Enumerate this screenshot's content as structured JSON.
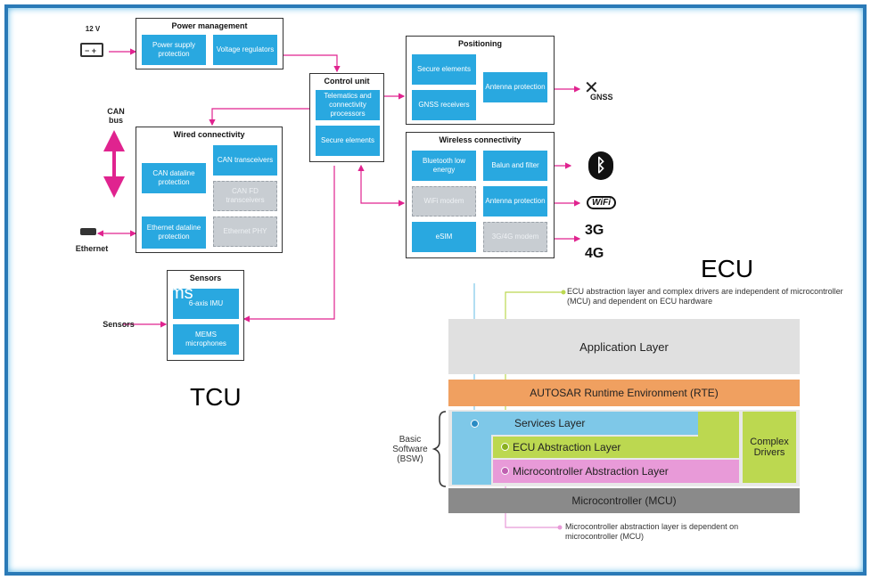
{
  "tcu": {
    "power": {
      "title": "Power management",
      "supply": "Power supply protection",
      "regulators": "Voltage regulators"
    },
    "control": {
      "title": "Control unit",
      "processors": "Telematics and connectivity processors",
      "secure": "Secure elements"
    },
    "positioning": {
      "title": "Positioning",
      "secure": "Secure elements",
      "gnss": "GNSS receivers",
      "antenna": "Antenna protection"
    },
    "wired": {
      "title": "Wired connectivity",
      "can_prot": "CAN dataline protection",
      "can_trans": "CAN transceivers",
      "canfd": "CAN FD transceivers",
      "eth_prot": "Ethernet dataline protection",
      "eth_phy": "Ethernet PHY"
    },
    "wireless": {
      "title": "Wireless connectivity",
      "ble": "Bluetooth low energy",
      "balun": "Balun and filter",
      "wifi_modem": "WiFi modem",
      "antenna": "Antenna protection",
      "esim": "eSIM",
      "modem": "3G/4G modem"
    },
    "sensors": {
      "title": "Sensors",
      "imu": "6-axis IMU",
      "mems": "MEMS microphones"
    },
    "external": {
      "v12": "12 V",
      "can_bus": "CAN bus",
      "ethernet": "Ethernet",
      "sensors": "Sensors",
      "gnss": "GNSS",
      "wifi": "WiFi",
      "g3": "3G",
      "g4": "4G"
    },
    "overlay_fragment": "ms",
    "label": "TCU"
  },
  "ecu": {
    "label": "ECU",
    "note_top": "ECU abstraction layer and complex drivers are independent of microcontroller (MCU) and dependent on ECU hardware",
    "app": "Application Layer",
    "rte": "AUTOSAR Runtime Environment (RTE)",
    "bsw": "Basic Software (BSW)",
    "services": "Services Layer",
    "ecu_abs": "ECU Abstraction Layer",
    "mcal": "Microcontroller Abstraction Layer",
    "complex": "Complex Drivers",
    "mcu": "Microcontroller (MCU)",
    "note_bottom": "Microcontroller abstraction layer is dependent on microcontroller (MCU)",
    "colors": {
      "app": "#e0e0e0",
      "rte": "#f0a060",
      "services": "#7ec8e8",
      "ecu_abs": "#bcd850",
      "mcal": "#e89ad8",
      "complex": "#bcd850",
      "mcu": "#8a8a8a",
      "link": "#e0238f"
    }
  }
}
